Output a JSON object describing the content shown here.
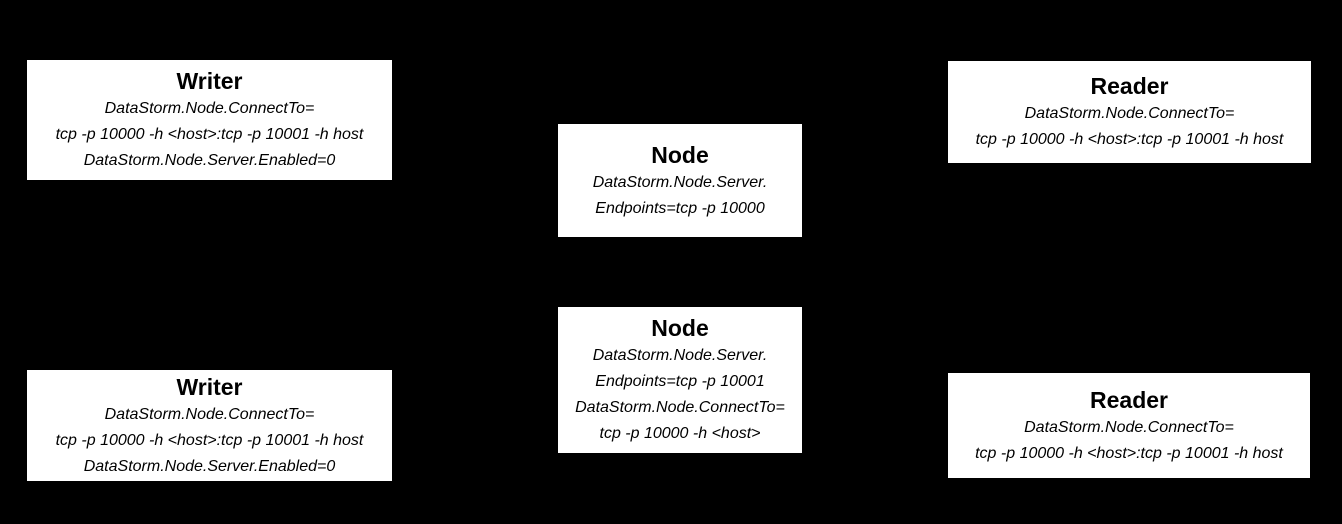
{
  "diagram": {
    "background_color": "#000000",
    "box_fill_color": "#ffffff",
    "text_color": "#000000",
    "boxes": [
      {
        "id": "writer-top",
        "title": "Writer",
        "lines": [
          "DataStorm.Node.ConnectTo=",
          "tcp -p 10000 -h <host>:tcp -p 10001 -h host",
          "DataStorm.Node.Server.Enabled=0"
        ]
      },
      {
        "id": "node-top",
        "title": "Node",
        "lines": [
          "DataStorm.Node.Server.",
          "Endpoints=tcp -p 10000"
        ]
      },
      {
        "id": "reader-top",
        "title": "Reader",
        "lines": [
          "DataStorm.Node.ConnectTo=",
          "tcp -p 10000 -h <host>:tcp -p 10001 -h host"
        ]
      },
      {
        "id": "writer-bottom",
        "title": "Writer",
        "lines": [
          "DataStorm.Node.ConnectTo=",
          "tcp -p 10000 -h <host>:tcp -p 10001 -h host",
          "DataStorm.Node.Server.Enabled=0"
        ]
      },
      {
        "id": "node-bottom",
        "title": "Node",
        "lines": [
          "DataStorm.Node.Server.",
          "Endpoints=tcp -p 10001",
          "DataStorm.Node.ConnectTo=",
          "tcp -p 10000 -h <host>"
        ]
      },
      {
        "id": "reader-bottom",
        "title": "Reader",
        "lines": [
          "DataStorm.Node.ConnectTo=",
          "tcp -p 10000 -h <host>:tcp -p 10001 -h host"
        ]
      }
    ]
  }
}
